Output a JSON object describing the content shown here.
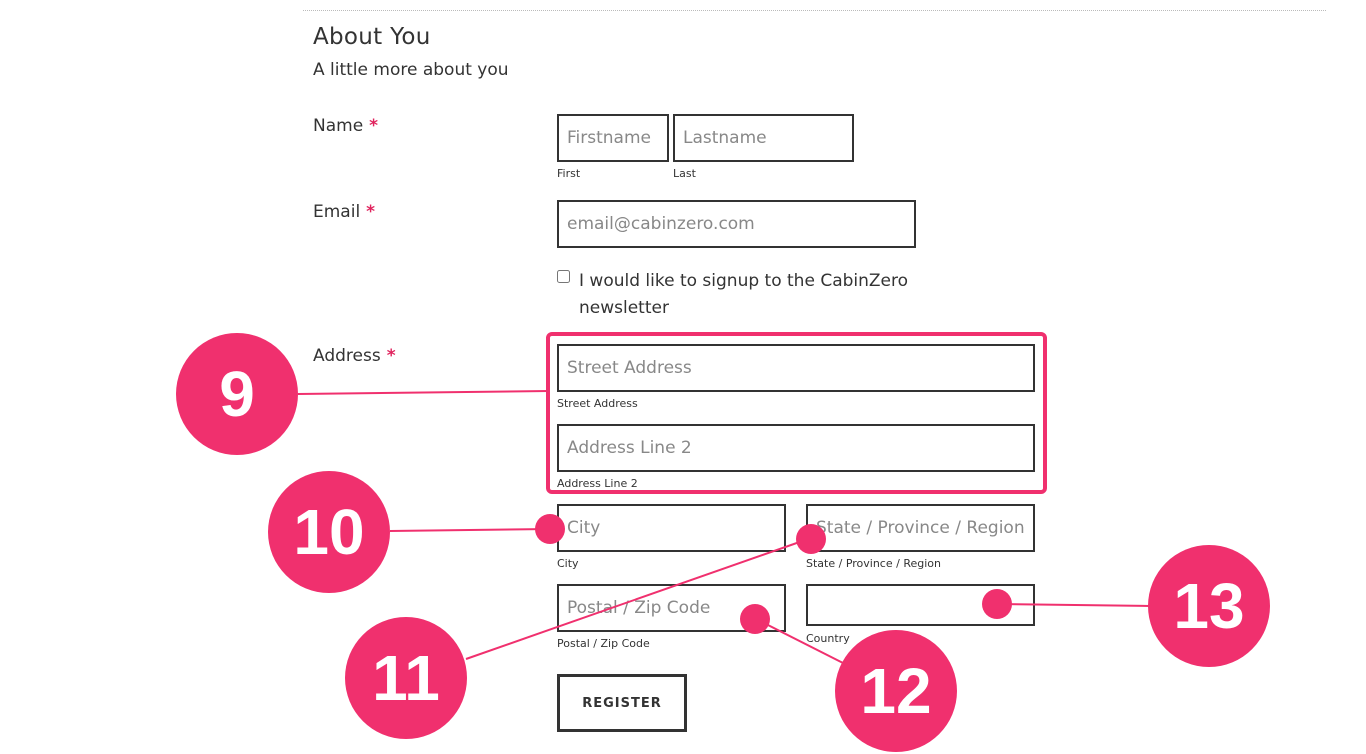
{
  "section": {
    "title": "About You",
    "subtitle": "A little more about you"
  },
  "labels": {
    "name": "Name",
    "email": "Email",
    "address": "Address",
    "required_mark": "*"
  },
  "name": {
    "first_placeholder": "Firstname",
    "first_sub": "First",
    "last_placeholder": "Lastname",
    "last_sub": "Last"
  },
  "email": {
    "placeholder": "email@cabinzero.com"
  },
  "newsletter": {
    "label": "I would like to signup to the CabinZero newsletter",
    "checked": false
  },
  "address": {
    "street_placeholder": "Street Address",
    "street_sub": "Street Address",
    "line2_placeholder": "Address Line 2",
    "line2_sub": "Address Line 2",
    "city_placeholder": "City",
    "city_sub": "City",
    "state_placeholder": "State / Province / Region",
    "state_sub": "State / Province / Region",
    "postal_placeholder": "Postal / Zip Code",
    "postal_sub": "Postal / Zip Code",
    "country_value": "",
    "country_sub": "Country"
  },
  "register_label": "REGISTER",
  "annotations": {
    "a9": "9",
    "a10": "10",
    "a11": "11",
    "a12": "12",
    "a13": "13"
  },
  "colors": {
    "accent": "#f0306e",
    "border": "#333333"
  }
}
